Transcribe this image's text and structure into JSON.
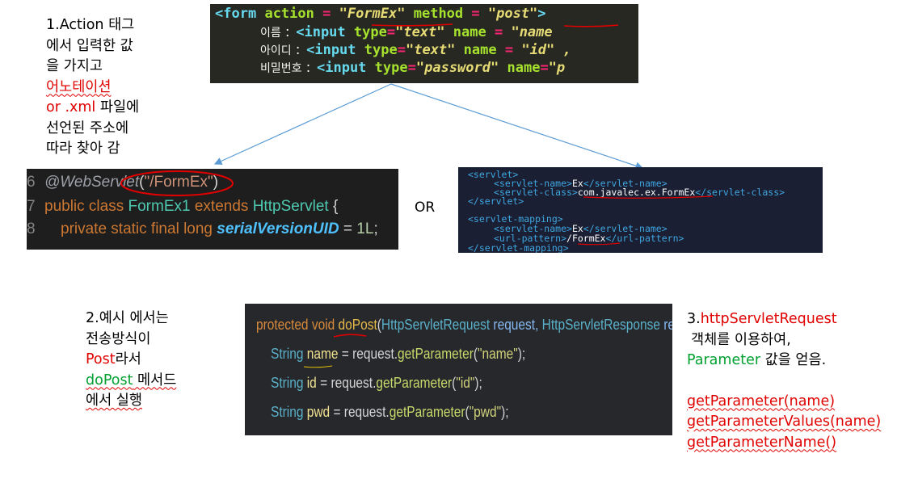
{
  "note1": {
    "lines": [
      "1.Action 태그",
      "에서 입력한 값",
      "을 가지고"
    ],
    "red_lines": [
      "어노테이션",
      "or .xml"
    ],
    "after_xml": " 파일에",
    "tail_lines": [
      "선언된 주소에",
      "따라 찾아 감"
    ]
  },
  "form_code": {
    "line1": {
      "lt": "<",
      "tag": "form",
      "attr1": "action",
      "eq1": " = ",
      "val1": "\"FormEx\"",
      "attr2": "method",
      "eq2": " = ",
      "val2": "\"post\"",
      "gt": ">"
    },
    "line2": {
      "label": "이름 ：",
      "lt": "<",
      "tag": "input",
      "attr1": "type",
      "eq1": "=",
      "val1": "\"text\"",
      "attr2": "name",
      "eq2": " = ",
      "val2": "\"name"
    },
    "line3": {
      "label": "아이디 ：",
      "lt": "<",
      "tag": "input",
      "attr1": "type",
      "eq1": "=",
      "val1": "\"text\"",
      "attr2": "name",
      "eq2": " = ",
      "val2": "\"id\" ,"
    },
    "line4": {
      "label": "비밀번호 ：",
      "lt": "<",
      "tag": "input",
      "attr1": "type",
      "eq1": "=",
      "val1": "\"password\"",
      "attr2": "name",
      "eq2": "=",
      "val2": "\"p"
    }
  },
  "annotation_code": {
    "line6": {
      "num": "6",
      "ann": "@WebServlet",
      "paren_open": "(",
      "str": "\"/FormEx\"",
      "paren_close": ")"
    },
    "line7": {
      "num": "7",
      "kw1": "public class ",
      "cls": "FormEx1",
      "kw2": " extends ",
      "super": "HttpServlet",
      "brace": " {"
    },
    "line8": {
      "num": "8",
      "kw": "private static final long ",
      "field": "serialVersionUID",
      "eq": " = ",
      "num_val": "1L",
      "semi": ";"
    }
  },
  "or_label": "OR",
  "xml_code": {
    "l1": {
      "tag": "<servlet>"
    },
    "l2": {
      "open": "<servlet-name>",
      "text": "Ex",
      "close": "</servlet-name>"
    },
    "l3": {
      "open": "<servlet-class>",
      "text": "com.javalec.ex.FormEx",
      "close": "</servlet-class>"
    },
    "l4": {
      "tag": "</servlet>"
    },
    "l5": {
      "tag": "<servlet-mapping>"
    },
    "l6": {
      "open": "<servlet-name>",
      "text": "Ex",
      "close": "</servlet-name>"
    },
    "l7": {
      "open": "<url-pattern>",
      "text": "/FormEx",
      "close": "</url-pattern>"
    },
    "l8": {
      "tag": "</servlet-mapping>"
    }
  },
  "note2": {
    "line1": "2.예시 에서는",
    "line2": "전송방식이",
    "post": "Post",
    "line3_rest": "라서",
    "dopost": "doPost",
    "line4_rest": " 메서드",
    "line5": "에서 실행"
  },
  "dopost_code": {
    "sig": {
      "kw": "protected void ",
      "meth": "doPost",
      "p1": "(",
      "t1": "HttpServletRequest",
      "v1": " request, ",
      "t2": "HttpServletResponse",
      "v2": " response) {"
    },
    "l1": {
      "type": "String ",
      "var": "name",
      "eq": " = request.",
      "fn": "getParameter",
      "open": "(",
      "str": "\"name\"",
      "close": ");"
    },
    "l2": {
      "type": "String ",
      "var": "id",
      "eq": " = request.",
      "fn": "getParameter",
      "open": "(",
      "str": "\"id\"",
      "close": ");"
    },
    "l3": {
      "type": "String ",
      "var": "pwd",
      "eq": " = request.",
      "fn": "getParameter",
      "open": "(",
      "str": "\"pwd\"",
      "close": ");"
    }
  },
  "note3": {
    "num": "3.",
    "obj": "httpServletRequest",
    "line2": "객체를 이용하여,",
    "param": "Parameter",
    "line3_rest": " 값을 얻음.",
    "methods": [
      "getParameter(name)",
      "getParameterValues(name)",
      "getParameterName()"
    ]
  },
  "colors": {
    "red": "#e00000",
    "green": "#00a030",
    "arrow": "#5b9bd5"
  }
}
